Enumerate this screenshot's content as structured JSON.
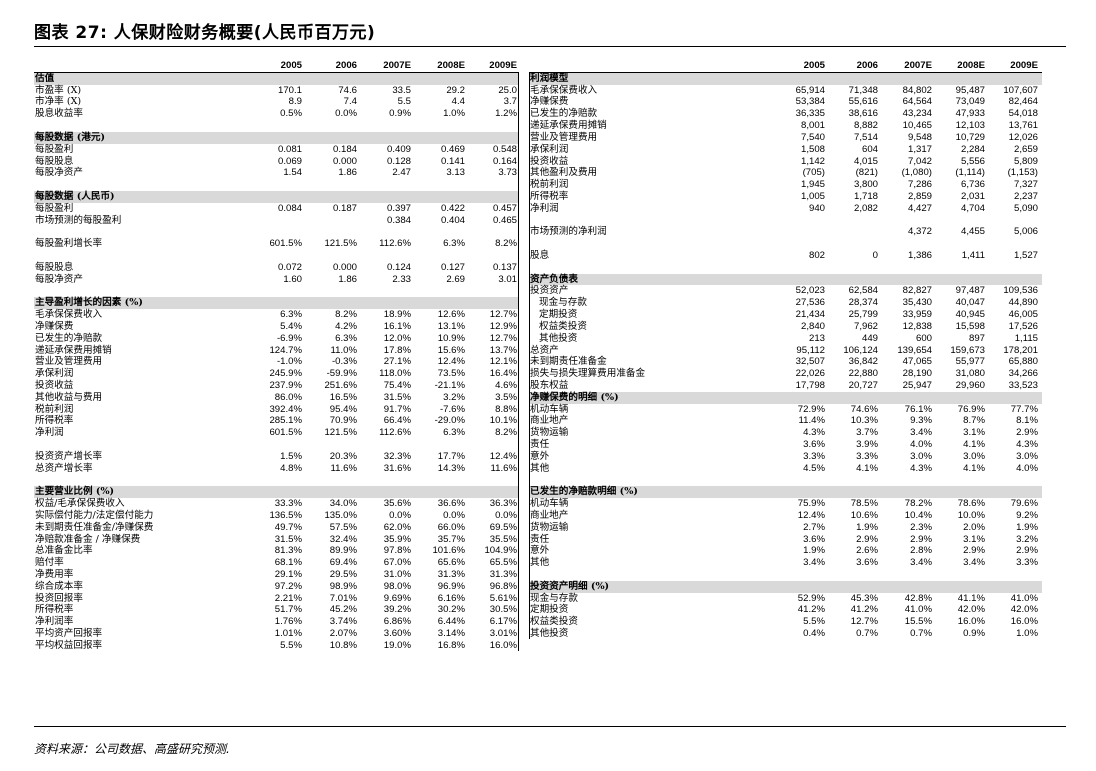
{
  "title": "图表 27:   人保财险财务概要(人民币百万元)",
  "source_note": "资料来源：公司数据、高盛研究预测.",
  "left_table": {
    "columns": [
      "2005",
      "2006",
      "2007E",
      "2008E",
      "2009E"
    ],
    "rows": [
      {
        "type": "section",
        "label": "估值",
        "values": []
      },
      {
        "type": "data",
        "label": "市盈率 (X)",
        "values": [
          "170.1",
          "74.6",
          "33.5",
          "29.2",
          "25.0"
        ]
      },
      {
        "type": "data",
        "label": "市净率 (X)",
        "values": [
          "8.9",
          "7.4",
          "5.5",
          "4.4",
          "3.7"
        ]
      },
      {
        "type": "data",
        "label": "股息收益率",
        "values": [
          "0.5%",
          "0.0%",
          "0.9%",
          "1.0%",
          "1.2%"
        ]
      },
      {
        "type": "blank",
        "label": "",
        "values": []
      },
      {
        "type": "section",
        "label": "每股数据 (港元)",
        "values": []
      },
      {
        "type": "data",
        "label": "每股盈利",
        "values": [
          "0.081",
          "0.184",
          "0.409",
          "0.469",
          "0.548"
        ]
      },
      {
        "type": "data",
        "label": "每股股息",
        "values": [
          "0.069",
          "0.000",
          "0.128",
          "0.141",
          "0.164"
        ]
      },
      {
        "type": "data",
        "label": "每股净资产",
        "values": [
          "1.54",
          "1.86",
          "2.47",
          "3.13",
          "3.73"
        ]
      },
      {
        "type": "blank",
        "label": "",
        "values": []
      },
      {
        "type": "section",
        "label": "每股数据 (人民币)",
        "values": []
      },
      {
        "type": "data",
        "label": "每股盈利",
        "values": [
          "0.084",
          "0.187",
          "0.397",
          "0.422",
          "0.457"
        ]
      },
      {
        "type": "data",
        "label": "市场预测的每股盈利",
        "values": [
          "",
          "",
          "0.384",
          "0.404",
          "0.465"
        ]
      },
      {
        "type": "blank",
        "label": "",
        "values": []
      },
      {
        "type": "data",
        "label": "每股盈利增长率",
        "values": [
          "601.5%",
          "121.5%",
          "112.6%",
          "6.3%",
          "8.2%"
        ]
      },
      {
        "type": "blank",
        "label": "",
        "values": []
      },
      {
        "type": "data",
        "label": "每股股息",
        "values": [
          "0.072",
          "0.000",
          "0.124",
          "0.127",
          "0.137"
        ]
      },
      {
        "type": "data",
        "label": "每股净资产",
        "values": [
          "1.60",
          "1.86",
          "2.33",
          "2.69",
          "3.01"
        ]
      },
      {
        "type": "blank",
        "label": "",
        "values": []
      },
      {
        "type": "section",
        "label": "主导盈利增长的因素 (%)",
        "values": []
      },
      {
        "type": "data",
        "label": "毛承保保费收入",
        "values": [
          "6.3%",
          "8.2%",
          "18.9%",
          "12.6%",
          "12.7%"
        ]
      },
      {
        "type": "data",
        "label": "净赚保费",
        "values": [
          "5.4%",
          "4.2%",
          "16.1%",
          "13.1%",
          "12.9%"
        ]
      },
      {
        "type": "data",
        "label": "已发生的净赔款",
        "values": [
          "-6.9%",
          "6.3%",
          "12.0%",
          "10.9%",
          "12.7%"
        ]
      },
      {
        "type": "data",
        "label": "递延承保费用摊销",
        "values": [
          "124.7%",
          "11.0%",
          "17.8%",
          "15.6%",
          "13.7%"
        ]
      },
      {
        "type": "data",
        "label": "营业及管理费用",
        "values": [
          "-1.0%",
          "-0.3%",
          "27.1%",
          "12.4%",
          "12.1%"
        ]
      },
      {
        "type": "data",
        "label": "承保利润",
        "values": [
          "245.9%",
          "-59.9%",
          "118.0%",
          "73.5%",
          "16.4%"
        ]
      },
      {
        "type": "data",
        "label": "投资收益",
        "values": [
          "237.9%",
          "251.6%",
          "75.4%",
          "-21.1%",
          "4.6%"
        ]
      },
      {
        "type": "data",
        "label": "其他收益与费用",
        "values": [
          "86.0%",
          "16.5%",
          "31.5%",
          "3.2%",
          "3.5%"
        ]
      },
      {
        "type": "data",
        "label": "税前利润",
        "values": [
          "392.4%",
          "95.4%",
          "91.7%",
          "-7.6%",
          "8.8%"
        ]
      },
      {
        "type": "data",
        "label": "所得税率",
        "values": [
          "285.1%",
          "70.9%",
          "66.4%",
          "-29.0%",
          "10.1%"
        ]
      },
      {
        "type": "data",
        "label": "净利润",
        "values": [
          "601.5%",
          "121.5%",
          "112.6%",
          "6.3%",
          "8.2%"
        ]
      },
      {
        "type": "blank",
        "label": "",
        "values": []
      },
      {
        "type": "data",
        "label": "投资资产增长率",
        "values": [
          "1.5%",
          "20.3%",
          "32.3%",
          "17.7%",
          "12.4%"
        ]
      },
      {
        "type": "data",
        "label": "总资产增长率",
        "values": [
          "4.8%",
          "11.6%",
          "31.6%",
          "14.3%",
          "11.6%"
        ]
      },
      {
        "type": "blank",
        "label": "",
        "values": []
      },
      {
        "type": "section",
        "label": "主要营业比例 (%)",
        "values": []
      },
      {
        "type": "data",
        "label": "权益/毛承保保费收入",
        "values": [
          "33.3%",
          "34.0%",
          "35.6%",
          "36.6%",
          "36.3%"
        ]
      },
      {
        "type": "data",
        "label": "实际偿付能力/法定偿付能力",
        "values": [
          "136.5%",
          "135.0%",
          "0.0%",
          "0.0%",
          "0.0%"
        ]
      },
      {
        "type": "data",
        "label": "未到期责任准备金/净赚保费",
        "values": [
          "49.7%",
          "57.5%",
          "62.0%",
          "66.0%",
          "69.5%"
        ]
      },
      {
        "type": "data",
        "label": "净赔款准备金 / 净赚保费",
        "values": [
          "31.5%",
          "32.4%",
          "35.9%",
          "35.7%",
          "35.5%"
        ]
      },
      {
        "type": "data",
        "label": "总准备金比率",
        "values": [
          "81.3%",
          "89.9%",
          "97.8%",
          "101.6%",
          "104.9%"
        ]
      },
      {
        "type": "data",
        "label": "赔付率",
        "values": [
          "68.1%",
          "69.4%",
          "67.0%",
          "65.6%",
          "65.5%"
        ]
      },
      {
        "type": "data",
        "label": "净费用率",
        "values": [
          "29.1%",
          "29.5%",
          "31.0%",
          "31.3%",
          "31.3%"
        ]
      },
      {
        "type": "data",
        "label": "综合成本率",
        "values": [
          "97.2%",
          "98.9%",
          "98.0%",
          "96.9%",
          "96.8%"
        ]
      },
      {
        "type": "data",
        "label": "投资回报率",
        "values": [
          "2.21%",
          "7.01%",
          "9.69%",
          "6.16%",
          "5.61%"
        ]
      },
      {
        "type": "data",
        "label": "所得税率",
        "values": [
          "51.7%",
          "45.2%",
          "39.2%",
          "30.2%",
          "30.5%"
        ]
      },
      {
        "type": "data",
        "label": "净利润率",
        "values": [
          "1.76%",
          "3.74%",
          "6.86%",
          "6.44%",
          "6.17%"
        ]
      },
      {
        "type": "data",
        "label": "平均资产回报率",
        "values": [
          "1.01%",
          "2.07%",
          "3.60%",
          "3.14%",
          "3.01%"
        ]
      },
      {
        "type": "data",
        "label": "平均权益回报率",
        "values": [
          "5.5%",
          "10.8%",
          "19.0%",
          "16.8%",
          "16.0%"
        ]
      }
    ]
  },
  "right_table": {
    "columns": [
      "2005",
      "2006",
      "2007E",
      "2008E",
      "2009E"
    ],
    "rows": [
      {
        "type": "section",
        "label": "利润模型",
        "values": []
      },
      {
        "type": "data",
        "label": "毛承保保费收入",
        "values": [
          "65,914",
          "71,348",
          "84,802",
          "95,487",
          "107,607"
        ]
      },
      {
        "type": "data",
        "label": "净赚保费",
        "values": [
          "53,384",
          "55,616",
          "64,564",
          "73,049",
          "82,464"
        ]
      },
      {
        "type": "data",
        "label": "已发生的净赔款",
        "values": [
          "36,335",
          "38,616",
          "43,234",
          "47,933",
          "54,018"
        ]
      },
      {
        "type": "data",
        "label": "递延承保费用摊销",
        "values": [
          "8,001",
          "8,882",
          "10,465",
          "12,103",
          "13,761"
        ]
      },
      {
        "type": "data",
        "label": "营业及管理费用",
        "values": [
          "7,540",
          "7,514",
          "9,548",
          "10,729",
          "12,026"
        ]
      },
      {
        "type": "data",
        "label": "承保利润",
        "values": [
          "1,508",
          "604",
          "1,317",
          "2,284",
          "2,659"
        ]
      },
      {
        "type": "data",
        "label": "投资收益",
        "values": [
          "1,142",
          "4,015",
          "7,042",
          "5,556",
          "5,809"
        ]
      },
      {
        "type": "data",
        "label": "其他盈利及费用",
        "values": [
          "(705)",
          "(821)",
          "(1,080)",
          "(1,114)",
          "(1,153)"
        ]
      },
      {
        "type": "data",
        "label": "税前利润",
        "values": [
          "1,945",
          "3,800",
          "7,286",
          "6,736",
          "7,327"
        ]
      },
      {
        "type": "data",
        "label": "所得税率",
        "values": [
          "1,005",
          "1,718",
          "2,859",
          "2,031",
          "2,237"
        ]
      },
      {
        "type": "data",
        "label": "净利润",
        "values": [
          "940",
          "2,082",
          "4,427",
          "4,704",
          "5,090"
        ]
      },
      {
        "type": "blank",
        "label": "",
        "values": []
      },
      {
        "type": "data",
        "label": "市场预测的净利润",
        "values": [
          "",
          "",
          "4,372",
          "4,455",
          "5,006"
        ]
      },
      {
        "type": "blank",
        "label": "",
        "values": []
      },
      {
        "type": "data",
        "label": "股息",
        "values": [
          "802",
          "0",
          "1,386",
          "1,411",
          "1,527"
        ]
      },
      {
        "type": "blank",
        "label": "",
        "values": []
      },
      {
        "type": "section",
        "label": "资产负债表",
        "values": []
      },
      {
        "type": "data",
        "label": "投资资产",
        "values": [
          "52,023",
          "62,584",
          "82,827",
          "97,487",
          "109,536"
        ]
      },
      {
        "type": "cat",
        "label": "现金与存款",
        "values": [
          "27,536",
          "28,374",
          "35,430",
          "40,047",
          "44,890"
        ]
      },
      {
        "type": "cat",
        "label": "定期投资",
        "values": [
          "21,434",
          "25,799",
          "33,959",
          "40,945",
          "46,005"
        ]
      },
      {
        "type": "cat",
        "label": "权益类投资",
        "values": [
          "2,840",
          "7,962",
          "12,838",
          "15,598",
          "17,526"
        ]
      },
      {
        "type": "cat",
        "label": "其他投资",
        "values": [
          "213",
          "449",
          "600",
          "897",
          "1,115"
        ]
      },
      {
        "type": "data",
        "label": "总资产",
        "values": [
          "95,112",
          "106,124",
          "139,654",
          "159,673",
          "178,201"
        ]
      },
      {
        "type": "data",
        "label": "未到期责任准备金",
        "values": [
          "32,507",
          "36,842",
          "47,065",
          "55,977",
          "65,880"
        ]
      },
      {
        "type": "data",
        "label": "损失与损失理算费用准备金",
        "values": [
          "22,026",
          "22,880",
          "28,190",
          "31,080",
          "34,266"
        ]
      },
      {
        "type": "data",
        "label": "股东权益",
        "values": [
          "17,798",
          "20,727",
          "25,947",
          "29,960",
          "33,523"
        ]
      },
      {
        "type": "section",
        "label": "净赚保费的明细 (%)",
        "values": []
      },
      {
        "type": "data",
        "label": "机动车辆",
        "values": [
          "72.9%",
          "74.6%",
          "76.1%",
          "76.9%",
          "77.7%"
        ]
      },
      {
        "type": "data",
        "label": "商业地产",
        "values": [
          "11.4%",
          "10.3%",
          "9.3%",
          "8.7%",
          "8.1%"
        ]
      },
      {
        "type": "data",
        "label": "货物运输",
        "values": [
          "4.3%",
          "3.7%",
          "3.4%",
          "3.1%",
          "2.9%"
        ]
      },
      {
        "type": "data",
        "label": "责任",
        "values": [
          "3.6%",
          "3.9%",
          "4.0%",
          "4.1%",
          "4.3%"
        ]
      },
      {
        "type": "data",
        "label": "意外",
        "values": [
          "3.3%",
          "3.3%",
          "3.0%",
          "3.0%",
          "3.0%"
        ]
      },
      {
        "type": "data",
        "label": "其他",
        "values": [
          "4.5%",
          "4.1%",
          "4.3%",
          "4.1%",
          "4.0%"
        ]
      },
      {
        "type": "blank",
        "label": "",
        "values": []
      },
      {
        "type": "section",
        "label": "已发生的净赔款明细  (%)",
        "values": []
      },
      {
        "type": "data",
        "label": "机动车辆",
        "values": [
          "75.9%",
          "78.5%",
          "78.2%",
          "78.6%",
          "79.6%"
        ]
      },
      {
        "type": "data",
        "label": "商业地产",
        "values": [
          "12.4%",
          "10.6%",
          "10.4%",
          "10.0%",
          "9.2%"
        ]
      },
      {
        "type": "data",
        "label": "货物运输",
        "values": [
          "2.7%",
          "1.9%",
          "2.3%",
          "2.0%",
          "1.9%"
        ]
      },
      {
        "type": "data",
        "label": "责任",
        "values": [
          "3.6%",
          "2.9%",
          "2.9%",
          "3.1%",
          "3.2%"
        ]
      },
      {
        "type": "data",
        "label": "意外",
        "values": [
          "1.9%",
          "2.6%",
          "2.8%",
          "2.9%",
          "2.9%"
        ]
      },
      {
        "type": "data",
        "label": "其他",
        "values": [
          "3.4%",
          "3.6%",
          "3.4%",
          "3.4%",
          "3.3%"
        ]
      },
      {
        "type": "blank",
        "label": "",
        "values": []
      },
      {
        "type": "section",
        "label": "投资资产明细 (%)",
        "values": []
      },
      {
        "type": "data",
        "label": "现金与存款",
        "values": [
          "52.9%",
          "45.3%",
          "42.8%",
          "41.1%",
          "41.0%"
        ]
      },
      {
        "type": "data",
        "label": "定期投资",
        "values": [
          "41.2%",
          "41.2%",
          "41.0%",
          "42.0%",
          "42.0%"
        ]
      },
      {
        "type": "data",
        "label": "权益类投资",
        "values": [
          "5.5%",
          "12.7%",
          "15.5%",
          "16.0%",
          "16.0%"
        ]
      },
      {
        "type": "data",
        "label": "其他投资",
        "values": [
          "0.4%",
          "0.7%",
          "0.7%",
          "0.9%",
          "1.0%"
        ]
      }
    ]
  }
}
